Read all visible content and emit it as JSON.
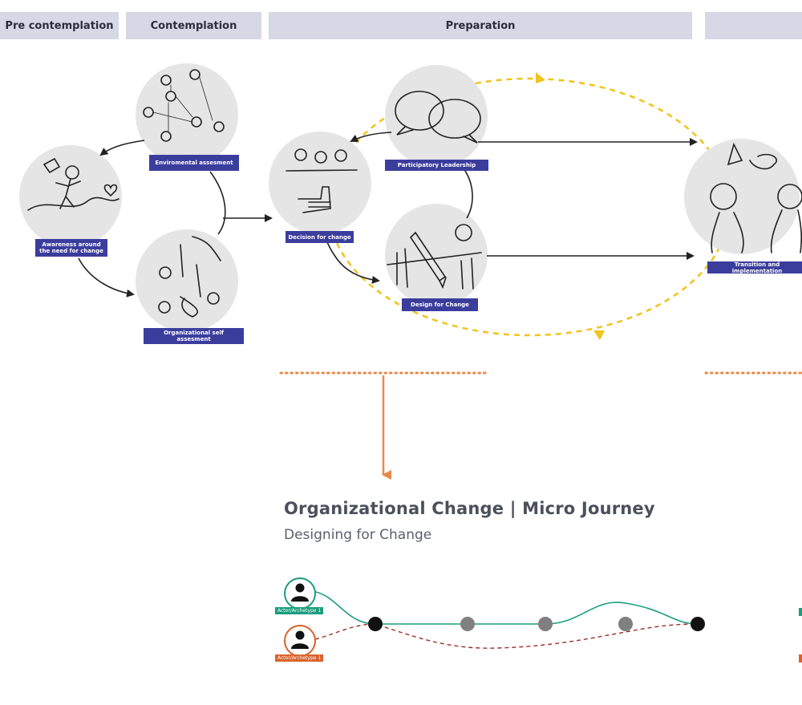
{
  "phases": [
    "Pre contemplation",
    "Contemplation",
    "Preparation",
    ""
  ],
  "nodes": {
    "awareness": "Awareness around the need for change",
    "environmental": "Enviromental assesment",
    "organizational": "Organizational self assesment",
    "decision": "Decision for change",
    "participatory": "Participatory Leadership",
    "design": "Design for Change",
    "transition": "Transition and implementation"
  },
  "micro_journey": {
    "title": "Organizational Change | Micro Journey",
    "subtitle": "Designing for Change",
    "actors": [
      "Actor/Archetype 1",
      "Actor/Archetype 1"
    ]
  },
  "colors": {
    "phase_bg": "#d7d8e6",
    "label_bg": "#3b3d9d",
    "cycle_yellow": "#f0c419",
    "accent_orange": "#e8894a",
    "actor_teal": "#1a9e7c",
    "actor_orange": "#d9622b",
    "node_gray": "#e5e5e5"
  }
}
